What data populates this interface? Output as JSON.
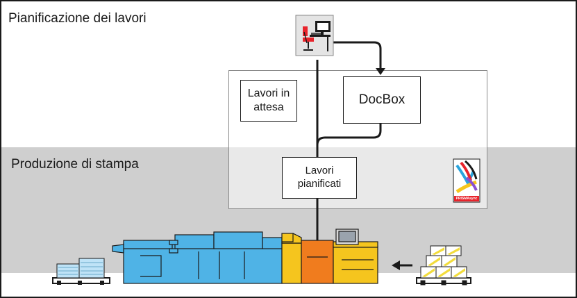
{
  "zones": {
    "top_title": "Pianificazione dei lavori",
    "bottom_title": "Produzione di stampa"
  },
  "boxes": {
    "waiting": "Lavori in attesa",
    "docbox": "DocBox",
    "scheduled": "Lavori pianificati"
  },
  "logo": {
    "brand_text": "PRISMAsync"
  },
  "icons": {
    "workstation": "workstation-icon",
    "printer": "production-printer-icon",
    "output_stack": "printed-stack-icon",
    "input_paper": "paper-supply-icon",
    "arrow_left": "arrow-left-icon"
  },
  "colors": {
    "line": "#1a1a1a",
    "band": "#cfcfcf",
    "printer_blue": "#4fb3e6",
    "printer_orange": "#f07c1e",
    "printer_yellow": "#f5c51e",
    "paper_blue": "#bfe3f7",
    "paper_yellow": "#f2dc3c"
  }
}
